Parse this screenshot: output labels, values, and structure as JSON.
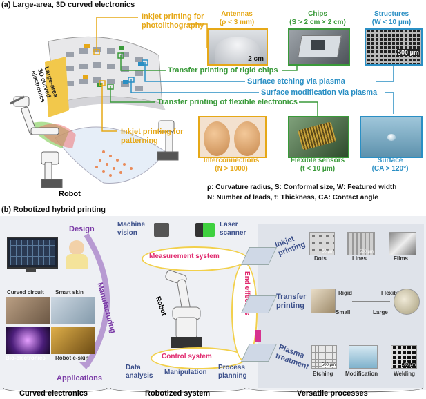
{
  "panel_a": {
    "title": "(a) Large-area, 3D curved electronics",
    "robot_label": "Robot",
    "device_label": [
      "Large-area",
      "3D curved",
      "electronics"
    ],
    "inkjet_photo": [
      "Inkjet printing for",
      "photolithography"
    ],
    "inkjet_pattern": [
      "Inkjet printing for",
      "patterning"
    ],
    "transfer_rigid": "Transfer printing of rigid chips",
    "etching": "Surface etching via plasma",
    "modification": "Surface modification via plasma",
    "transfer_flex": "Transfer printing of flexible electronics",
    "antennas": {
      "title": "Antennas",
      "sub": "(ρ < 3 mm)",
      "scale": "2 cm"
    },
    "chips": {
      "title": "Chips",
      "sub": "(S > 2 cm × 2 cm)"
    },
    "structures": {
      "title": "Structures",
      "sub": "(W < 10 μm)",
      "scale": "500 μm"
    },
    "interconnections": {
      "title": "Interconnections",
      "sub": "(N > 1000)"
    },
    "sensors": {
      "title": "Flexible sensors",
      "sub": "(t < 10 μm)"
    },
    "surface": {
      "title": "Surface",
      "sub": "(CA > 120°)"
    },
    "legend1": "ρ: Curvature radius, S: Conformal size, W: Featured width",
    "legend2": "N: Number of leads, t: Thickness, CA: Contact angle"
  },
  "panel_b": {
    "title": "(b) Robotized hybrid printing",
    "design": "Design",
    "manufacturing": "Manufacturing",
    "applications": "Applications",
    "apps": [
      "Curved circuit",
      "Smart skin",
      "Bio-electronics",
      "Robot e-skin"
    ],
    "machine_vision": [
      "Machine",
      "vision"
    ],
    "laser_scanner": [
      "Laser",
      "scanner"
    ],
    "measurement": "Measurement system",
    "robot": "Robot",
    "control": "Control system",
    "data_analysis": [
      "Data",
      "analysis"
    ],
    "manipulation": "Manipulation",
    "process_planning": [
      "Process",
      "planning"
    ],
    "end_effectors": "End effectors",
    "inkjet": [
      "Inkjet",
      "printing"
    ],
    "inkjet_items": [
      "Dots",
      "Lines",
      "Films"
    ],
    "inkjet_scale": [
      "50 μm",
      "500 μm"
    ],
    "transfer": [
      "Transfer",
      "printing"
    ],
    "transfer_items": [
      "Rigid",
      "Flexible",
      "Small",
      "Large"
    ],
    "plasma": [
      "Plasma",
      "treatment"
    ],
    "plasma_items": [
      "Etching",
      "Modification",
      "Welding"
    ],
    "plasma_scale": [
      "500 μm",
      "100 μm"
    ],
    "bottom": [
      "Curved electronics",
      "Robotized system",
      "Versatile processes"
    ]
  }
}
